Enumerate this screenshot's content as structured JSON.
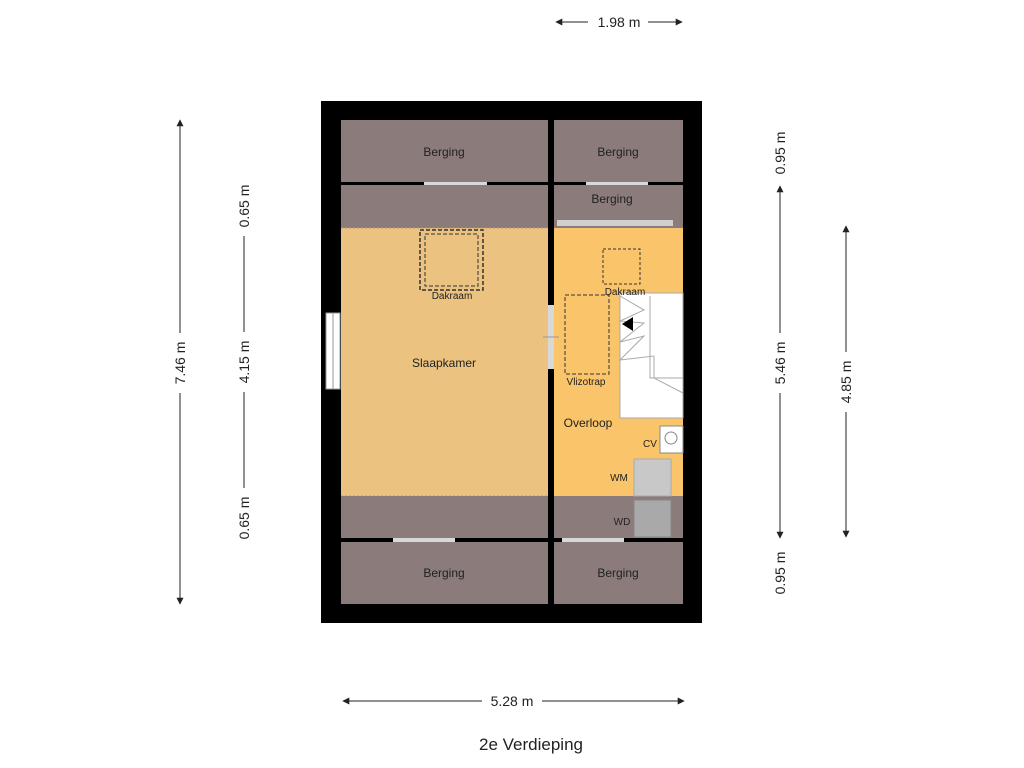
{
  "title": "2e Verdieping",
  "colors": {
    "wall": "#000000",
    "storage": "#8b7b7b",
    "bedroom": "#ebc27f",
    "landing": "#fac46a",
    "window": "#d8d8d8",
    "appliance": "#c8c8c8",
    "dimension_line": "#222222"
  },
  "dimensions": {
    "top_width": "1.98 m",
    "bottom_width": "5.28 m",
    "left_total": "7.46 m",
    "left_top": "0.65 m",
    "left_middle": "4.15 m",
    "left_bottom": "0.65 m",
    "right_top": "0.95 m",
    "right_middle": "5.46 m",
    "right_bottom": "0.95 m",
    "far_right": "4.85 m"
  },
  "rooms": {
    "berging_top_left": "Berging",
    "berging_top_right": "Berging",
    "berging_mid_right": "Berging",
    "slaapkamer": "Slaapkamer",
    "overloop": "Overloop",
    "berging_bottom_left": "Berging",
    "berging_bottom_right": "Berging"
  },
  "fixtures": {
    "dakraam_left": "Dakraam",
    "dakraam_right": "Dakraam",
    "vlizotrap": "Vlizotrap",
    "cv": "CV",
    "wm": "WM",
    "wd": "WD"
  }
}
